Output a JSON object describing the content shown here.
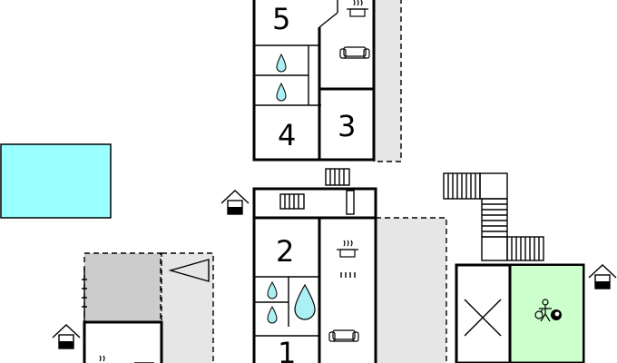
{
  "floorplan": {
    "rooms": [
      {
        "id": "room-5",
        "number": "5"
      },
      {
        "id": "room-4",
        "number": "4"
      },
      {
        "id": "room-3",
        "number": "3"
      },
      {
        "id": "room-2",
        "number": "2"
      },
      {
        "id": "room-1",
        "number": "1"
      }
    ],
    "icons": [
      "bathroom-drop-icon",
      "kitchen-pot-icon",
      "sofa-icon",
      "stairs-icon",
      "entrance-house-icon",
      "radiator-icon",
      "table-tennis-icon",
      "billiard-ball-icon",
      "terrace-arrow-icon"
    ],
    "colors": {
      "pool": "#99ffff",
      "bathroom_drop": "#aaf0f5",
      "garden_room": "#ccffcc",
      "carport": "#cccccc",
      "terrace": "#e6e6e6"
    }
  }
}
